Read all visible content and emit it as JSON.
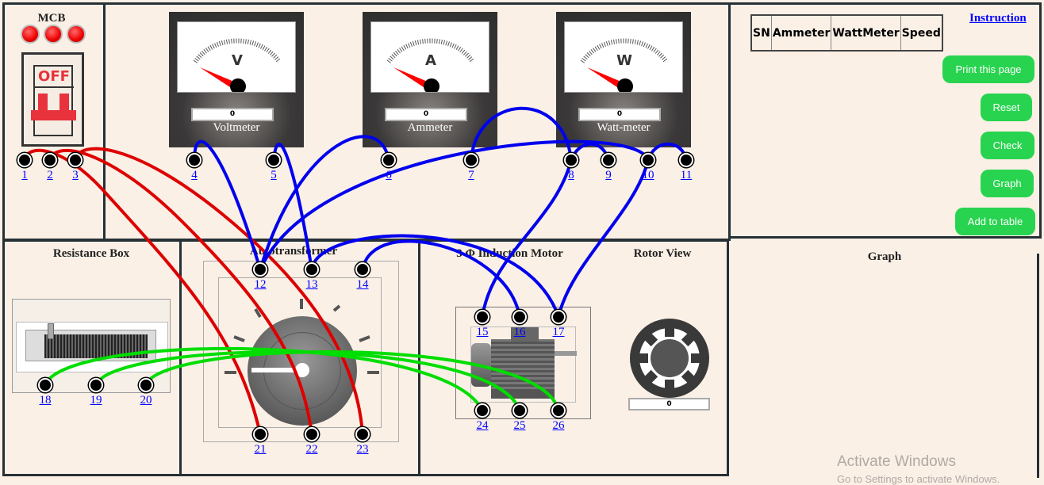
{
  "mcb": {
    "title": "MCB",
    "switch_state": "OFF"
  },
  "meters": [
    {
      "symbol": "V",
      "name": "Voltmeter",
      "value": "0"
    },
    {
      "symbol": "A",
      "name": "Ammeter",
      "value": "0"
    },
    {
      "symbol": "W",
      "name": "Watt-meter",
      "value": "0"
    }
  ],
  "sections": {
    "resistance": "Resistance Box",
    "autotransformer": "Autotransformer",
    "motor": "3 Φ Induction Motor",
    "rotor": "Rotor View",
    "graph": "Graph"
  },
  "rotor_speed": "0",
  "table_headers": [
    "SN",
    "Ammeter",
    "WattMeter",
    "Speed"
  ],
  "instruction_link": "Instruction",
  "buttons": {
    "print": "Print this page",
    "reset": "Reset",
    "check": "Check",
    "graph": "Graph",
    "add": "Add to table"
  },
  "terminals": [
    "1",
    "2",
    "3",
    "4",
    "5",
    "6",
    "7",
    "8",
    "9",
    "10",
    "11",
    "12",
    "13",
    "14",
    "15",
    "16",
    "17",
    "18",
    "19",
    "20",
    "21",
    "22",
    "23",
    "24",
    "25",
    "26"
  ],
  "wire_colors": {
    "phase": "#dd0000",
    "measure": "#0000ee",
    "resistance": "#00dd00"
  },
  "watermark": {
    "line1": "Activate Windows",
    "line2": "Go to Settings to activate Windows."
  }
}
